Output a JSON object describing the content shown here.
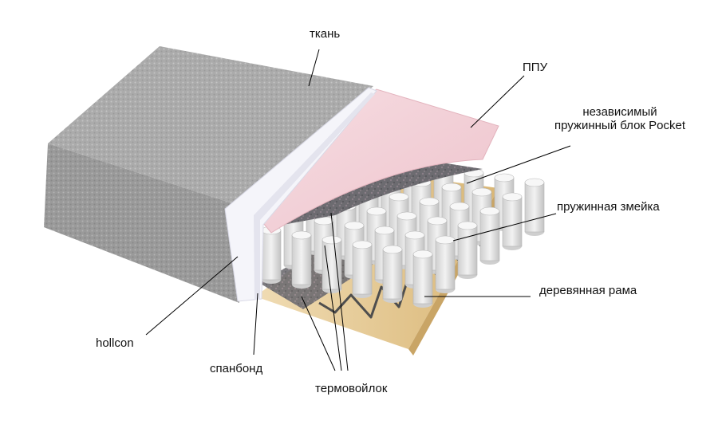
{
  "colors": {
    "fabric": "#a9a9a9",
    "fabric_dark": "#8e8e8e",
    "ppu": "#f0cfd6",
    "hollcon": "#f4f4f8",
    "springs": "#e6e6e6",
    "felt": "#6e6e70",
    "frame": "#e2c58f",
    "leader": "#000000"
  },
  "labels": {
    "fabric": "ткань",
    "ppu": "ППУ",
    "pocket_line1": "независимый",
    "pocket_line2": "пружинный блок Pocket",
    "zigzag": "пружинная змейка",
    "frame": "деревянная рама",
    "hollcon": "hollcon",
    "spunbond": "спанбонд",
    "felt": "термовойлок"
  }
}
